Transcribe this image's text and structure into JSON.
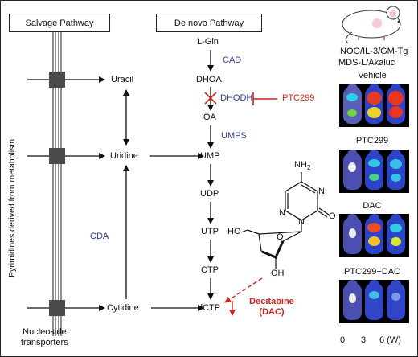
{
  "salvage": {
    "title": "Salvage Pathway",
    "side_label": "Pyrimidines derived from metabolism",
    "metabolites": [
      "Uracil",
      "Uridine",
      "Cytidine"
    ],
    "enzyme": "CDA",
    "transporters": "Nucleoside\ntransporters"
  },
  "denovo": {
    "title": "De novo Pathway",
    "metabolites": [
      "L-Gln",
      "DHOA",
      "OA",
      "UMP",
      "UDP",
      "UTP",
      "CTP",
      "dCTP"
    ],
    "enzymes": {
      "cad": "CAD",
      "dhodh": "DHODH",
      "umps": "UMPS"
    },
    "inhibitor": "PTC299"
  },
  "drug": {
    "label_line1": "Decitabine",
    "label_line2": "(DAC)",
    "structure_labels": {
      "nh2": "NH2",
      "n1": "N",
      "n3": "N",
      "n_ring": "N",
      "o": "O",
      "ho": "HO",
      "oh": "OH",
      "ring_o": "O"
    }
  },
  "model": {
    "lines": [
      "NOG/IL-3/GM-Tg",
      "MDS-L/Akaluc"
    ],
    "groups": [
      "Vehicle",
      "PTC299",
      "DAC",
      "PTC299+DAC"
    ],
    "timepoints": [
      "0",
      "3",
      "6 (W)"
    ]
  },
  "colors": {
    "enzyme": "#2e3a8c",
    "inhibitor": "#d0231c",
    "drug": "#d0231c"
  }
}
